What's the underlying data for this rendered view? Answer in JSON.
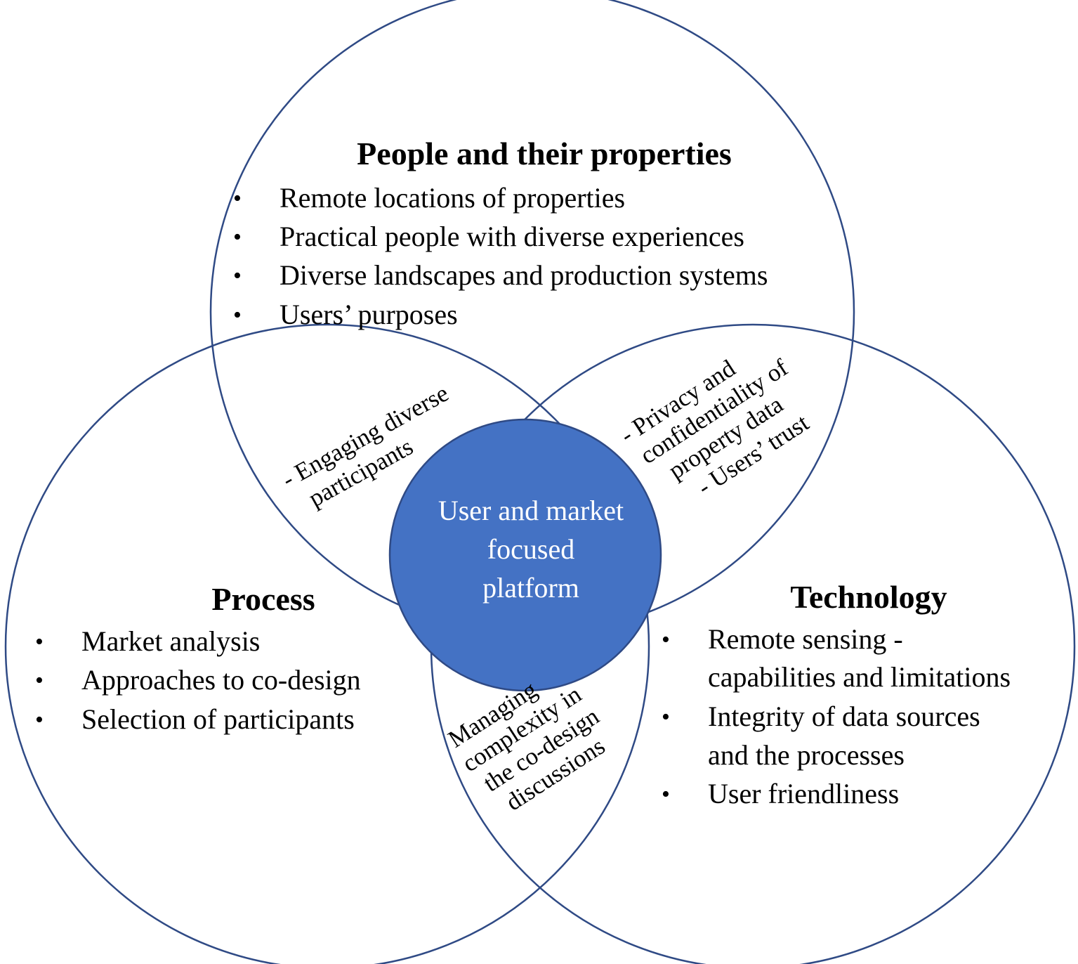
{
  "people": {
    "title": "People and their properties",
    "items": [
      "Remote locations of properties",
      "Practical people with diverse experiences",
      "Diverse landscapes and production systems",
      "Users’ purposes"
    ]
  },
  "process": {
    "title": "Process",
    "items": [
      "Market analysis",
      "Approaches to co-design",
      "Selection of participants"
    ]
  },
  "technology": {
    "title": "Technology",
    "items": [
      "Remote sensing -",
      "capabilities and limitations",
      "Integrity of data sources",
      "and the processes",
      "User friendliness"
    ]
  },
  "overlaps": {
    "people_process": [
      "- Engaging diverse",
      "participants"
    ],
    "people_technology": [
      "- Privacy and",
      "confidentiality of",
      "property data",
      "- Users’ trust"
    ],
    "process_technology": [
      "Managing",
      "complexity in",
      "the co-design",
      "discussions"
    ]
  },
  "center": {
    "lines": [
      "User and market",
      "focused",
      "platform"
    ]
  },
  "bullet_symbol": "•",
  "colors": {
    "circle_stroke": "#2f4a85",
    "center_fill": "#4472c4",
    "center_text": "#ffffff"
  }
}
